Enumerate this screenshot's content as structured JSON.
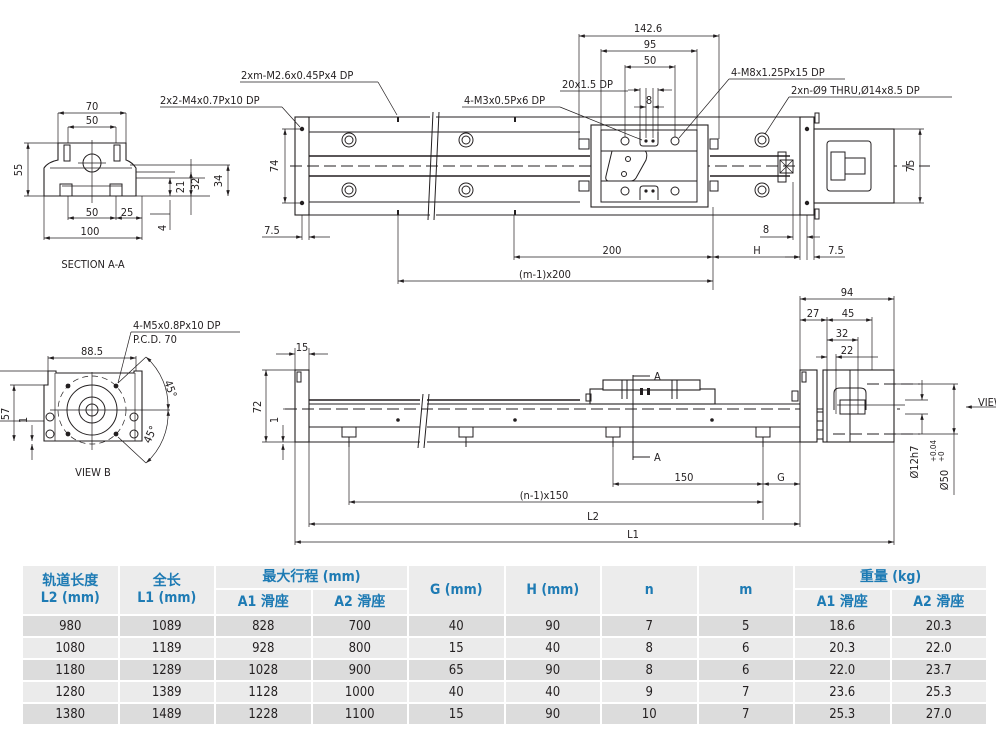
{
  "drawing": {
    "section_aa": {
      "title": "SECTION A-A",
      "dims": {
        "width_top": "70",
        "hole_spacing_top": "50",
        "height": "55",
        "dim_21": "21",
        "dim_32": "32",
        "dim_34": "34",
        "dim_4": "4",
        "hole_spacing_bottom": "50",
        "offset_25": "25",
        "width_bottom": "100"
      }
    },
    "top_view": {
      "callouts": {
        "m2_6": "2xm-M2.6x0.45Px4 DP",
        "m4": "2x2-M4x0.7Px10 DP",
        "m3": "4-M3x0.5Px6 DP",
        "dp20": "20x1.5 DP",
        "m8": "4-M8x1.25Px15 DP",
        "thru": "2xn-Ø9 THRU,Ø14x8.5 DP"
      },
      "dims": {
        "d142": "142.6",
        "d95": "95",
        "d50": "50",
        "d8_top": "8",
        "d74": "74",
        "d75": "75",
        "d7_5_left": "7.5",
        "d200": "200",
        "dH": "H",
        "d8_right": "8",
        "d7_5_right": "7.5",
        "dm": "(m-1)x200"
      }
    },
    "view_b": {
      "title": "VIEW B",
      "callout_line1": "4-M5x0.8Px10 DP",
      "callout_line2": "P.C.D. 70",
      "dims": {
        "d88_5": "88.5",
        "d57": "57",
        "d1": "1",
        "angle1": "45°",
        "angle2": "45°"
      }
    },
    "side_view": {
      "dims": {
        "d15": "15",
        "d72": "72",
        "d1": "1",
        "d150": "150",
        "dG": "G",
        "dn": "(n-1)x150",
        "dL2": "L2",
        "dL1": "L1",
        "d94": "94",
        "d27": "27",
        "d45": "45",
        "d32": "32",
        "d22": "22",
        "shaft": "Ø12h7",
        "flange": "Ø50",
        "tol_upper": "+0.04",
        "tol_lower": "+0",
        "view_label": "VIEW B",
        "section_a1": "A",
        "section_a2": "A"
      }
    }
  },
  "table": {
    "header_color": "#1e7bb4",
    "headers": {
      "l2_line1": "轨道长度",
      "l2_line2": "L2 (mm)",
      "l1_line1": "全长",
      "l1_line2": "L1 (mm)",
      "stroke": "最大行程 (mm)",
      "stroke_a1": "A1 滑座",
      "stroke_a2": "A2 滑座",
      "g": "G (mm)",
      "h": "H (mm)",
      "n": "n",
      "m": "m",
      "weight": "重量 (kg)",
      "weight_a1": "A1 滑座",
      "weight_a2": "A2 滑座"
    },
    "rows": [
      [
        "980",
        "1089",
        "828",
        "700",
        "40",
        "90",
        "7",
        "5",
        "18.6",
        "20.3"
      ],
      [
        "1080",
        "1189",
        "928",
        "800",
        "15",
        "40",
        "8",
        "6",
        "20.3",
        "22.0"
      ],
      [
        "1180",
        "1289",
        "1028",
        "900",
        "65",
        "90",
        "8",
        "6",
        "22.0",
        "23.7"
      ],
      [
        "1280",
        "1389",
        "1128",
        "1000",
        "40",
        "40",
        "9",
        "7",
        "23.6",
        "25.3"
      ],
      [
        "1380",
        "1489",
        "1228",
        "1100",
        "15",
        "90",
        "10",
        "7",
        "25.3",
        "27.0"
      ]
    ]
  }
}
